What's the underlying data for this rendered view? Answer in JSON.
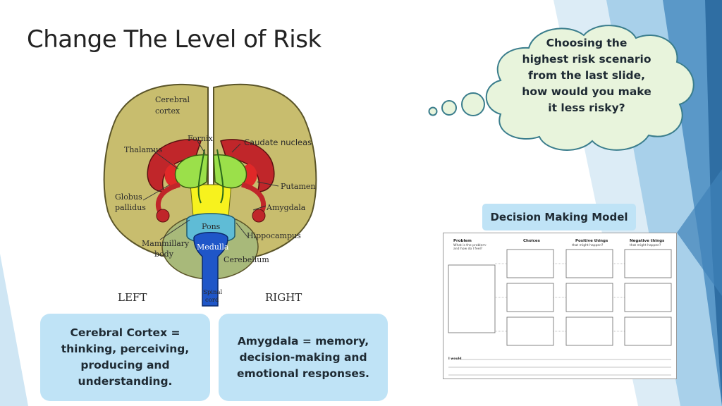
{
  "slide": {
    "title": "Change The Level of Risk",
    "thought_bubble": "Choosing the highest risk scenario from the last slide, how would you make it less risky?",
    "decision_model_label": "Decision Making Model",
    "cards": [
      {
        "text": "Cerebral Cortex = thinking, perceiving, producing and understanding."
      },
      {
        "text": "Amygdala = memory, decision-making and emotional responses."
      }
    ]
  },
  "brain_diagram": {
    "labels": {
      "cerebral_cortex_1": "Cerebral",
      "cerebral_cortex_2": "cortex",
      "fornix": "Fornix",
      "caudate": "Caudate nucleas",
      "thalamus": "Thalamus",
      "putamen": "Putamen",
      "globus_1": "Globus",
      "globus_2": "pallidus",
      "amygdala": "Amygdala",
      "pons": "Pons",
      "hippocampus": "Hippocampus",
      "mammillary_1": "Mammillary",
      "mammillary_2": "body",
      "medulla": "Medulla",
      "cerebellum": "Cerebellum",
      "spinal_1": "Spinal",
      "spinal_2": "cord",
      "left": "LEFT",
      "right": "RIGHT"
    }
  },
  "worksheet": {
    "headers": [
      "Problem",
      "Choices",
      "Positive things",
      "Negative things"
    ],
    "subheaders": [
      "What is the problem-",
      "and how do I feel?",
      "that might happen?",
      "that might happen?"
    ],
    "footer_label": "I would"
  },
  "colors": {
    "accent_blue": "#2f6ea3",
    "light_blue": "#bfe3f6",
    "cloud_fill": "#e8f4dc",
    "cloud_border": "#3a7d8c"
  }
}
